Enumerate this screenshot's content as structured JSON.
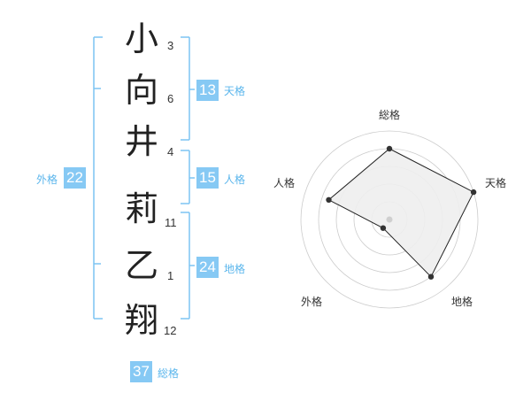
{
  "name": {
    "characters": [
      {
        "char": "小",
        "strokes": "3"
      },
      {
        "char": "向",
        "strokes": "6"
      },
      {
        "char": "井",
        "strokes": "4"
      },
      {
        "char": "莉",
        "strokes": "11"
      },
      {
        "char": "乙",
        "strokes": "1"
      },
      {
        "char": "翔",
        "strokes": "12"
      }
    ]
  },
  "kakusu": {
    "tenkaku": {
      "value": "13",
      "label": "天格"
    },
    "jinkaku": {
      "value": "15",
      "label": "人格"
    },
    "chikaku": {
      "value": "24",
      "label": "地格"
    },
    "gaikaku": {
      "value": "22",
      "label": "外格"
    },
    "soukaku": {
      "value": "37",
      "label": "総格"
    }
  },
  "radar": {
    "axes": [
      "総格",
      "天格",
      "地格",
      "外格",
      "人格"
    ],
    "levels": 5,
    "values": [
      4,
      5,
      4,
      0.6,
      3.6
    ],
    "colors": {
      "fill": "#eeeeee",
      "stroke": "#222222",
      "grid": "#cccccc",
      "dot": "#333333"
    }
  },
  "colors": {
    "accent": "#86c9f4",
    "bracket": "#7cc4f2"
  }
}
